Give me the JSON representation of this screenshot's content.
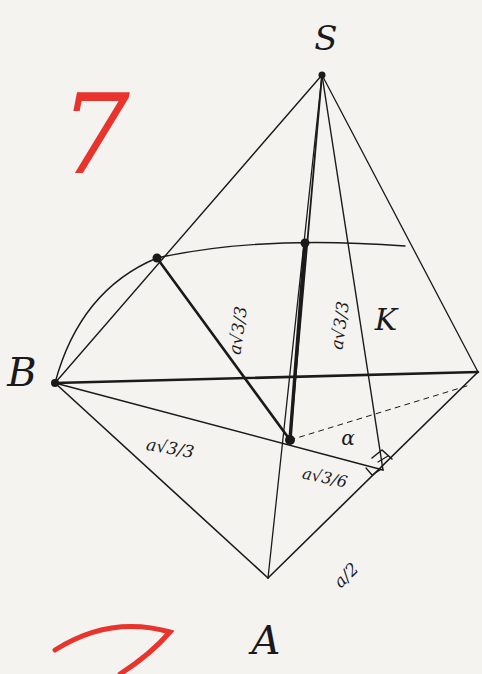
{
  "diagram": {
    "labels": [
      "7",
      "S",
      "a√3/3",
      "a√3/3",
      "K",
      "B",
      "a√3/3",
      "α",
      "a√3/6",
      "a/2",
      "A"
    ]
  }
}
